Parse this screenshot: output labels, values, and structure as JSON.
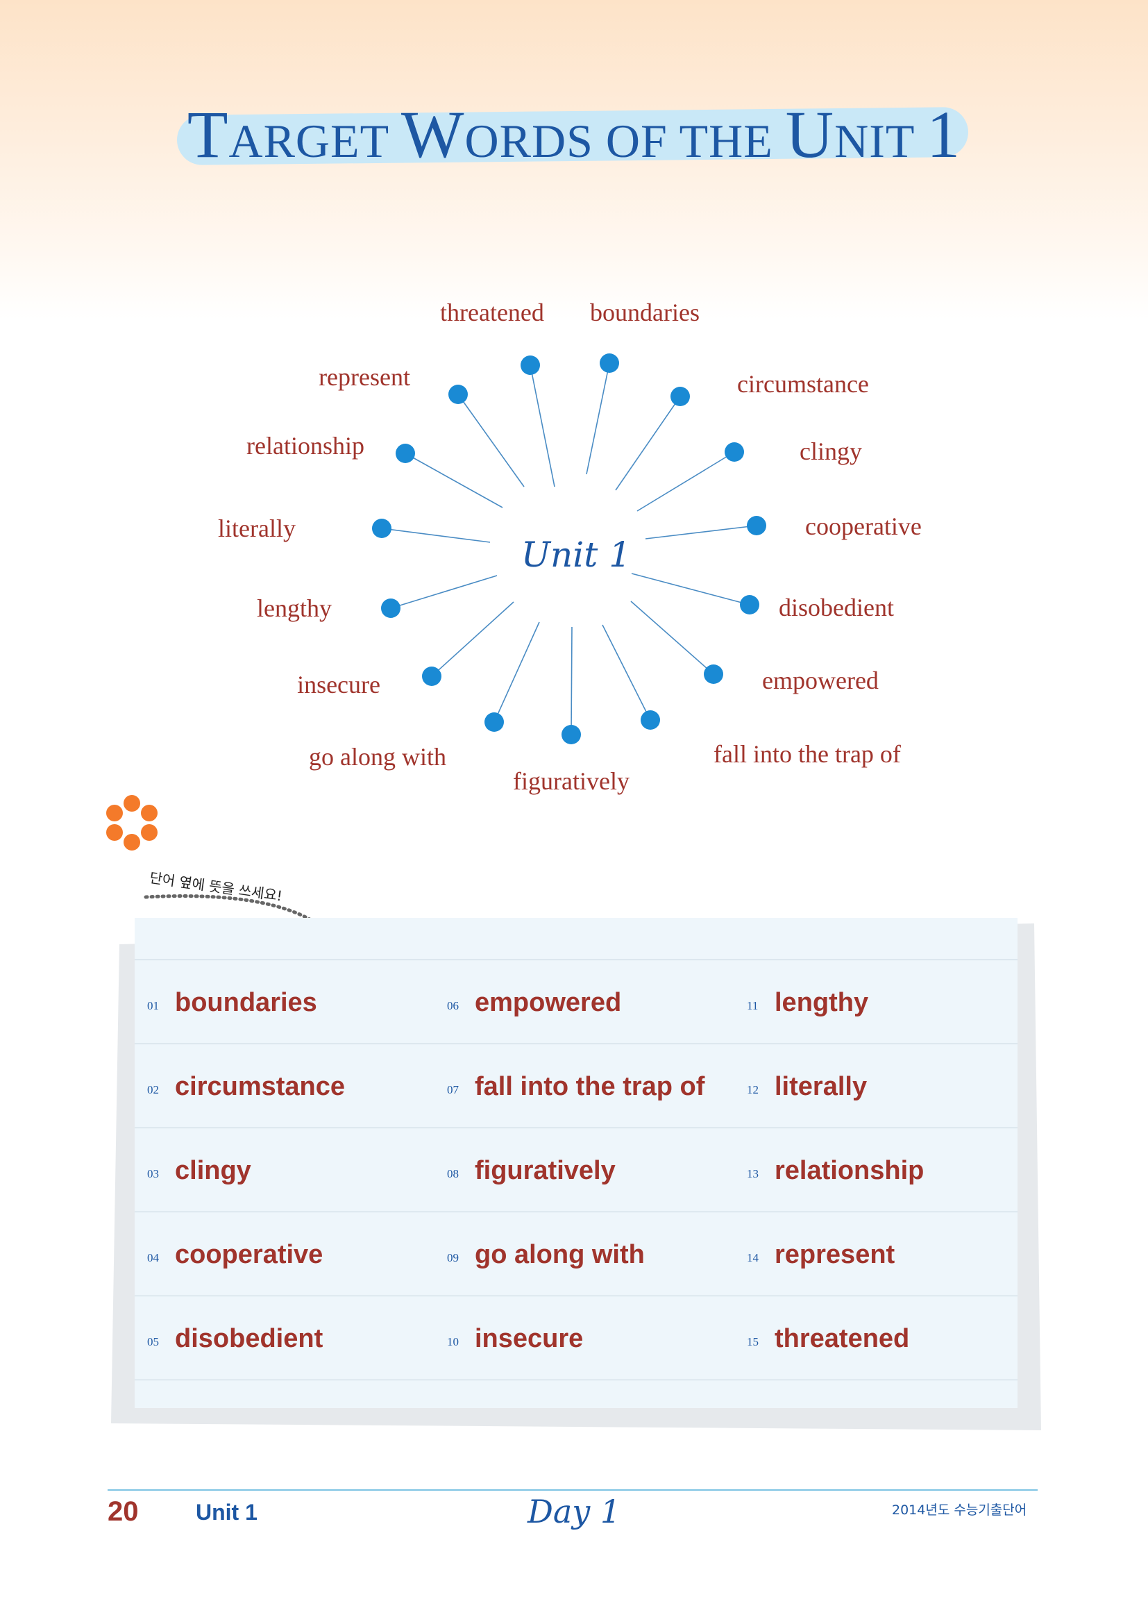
{
  "title": {
    "parts": [
      {
        "text": "T",
        "small": false
      },
      {
        "text": "ARGET ",
        "small": true
      },
      {
        "text": "W",
        "small": false
      },
      {
        "text": "ORDS OF THE ",
        "small": true
      },
      {
        "text": "U",
        "small": false
      },
      {
        "text": "NIT ",
        "small": true
      },
      {
        "text": "1",
        "small": false
      }
    ]
  },
  "diagram": {
    "center": "Unit 1",
    "words": [
      "threatened",
      "boundaries",
      "circumstance",
      "clingy",
      "cooperative",
      "disobedient",
      "empowered",
      "fall into the trap of",
      "figuratively",
      "go along with",
      "insecure",
      "lengthy",
      "literally",
      "relationship",
      "represent"
    ]
  },
  "note": "단어 옆에 뜻을 쓰세요!",
  "word_list": [
    {
      "num": "01",
      "word": "boundaries"
    },
    {
      "num": "02",
      "word": "circumstance"
    },
    {
      "num": "03",
      "word": "clingy"
    },
    {
      "num": "04",
      "word": "cooperative"
    },
    {
      "num": "05",
      "word": "disobedient"
    },
    {
      "num": "06",
      "word": "empowered"
    },
    {
      "num": "07",
      "word": "fall into the trap of"
    },
    {
      "num": "08",
      "word": "figuratively"
    },
    {
      "num": "09",
      "word": "go along with"
    },
    {
      "num": "10",
      "word": "insecure"
    },
    {
      "num": "11",
      "word": "lengthy"
    },
    {
      "num": "12",
      "word": "literally"
    },
    {
      "num": "13",
      "word": "relationship"
    },
    {
      "num": "14",
      "word": "represent"
    },
    {
      "num": "15",
      "word": "threatened"
    }
  ],
  "footer": {
    "page_number": "20",
    "unit": "Unit 1",
    "day": "Day 1",
    "book_title": "2014년도 수능기출단어"
  },
  "colors": {
    "word_red": "#a0342c",
    "accent_blue": "#1d57a3",
    "dot_blue": "#1a8ad4",
    "flower_orange": "#f47a2a"
  }
}
